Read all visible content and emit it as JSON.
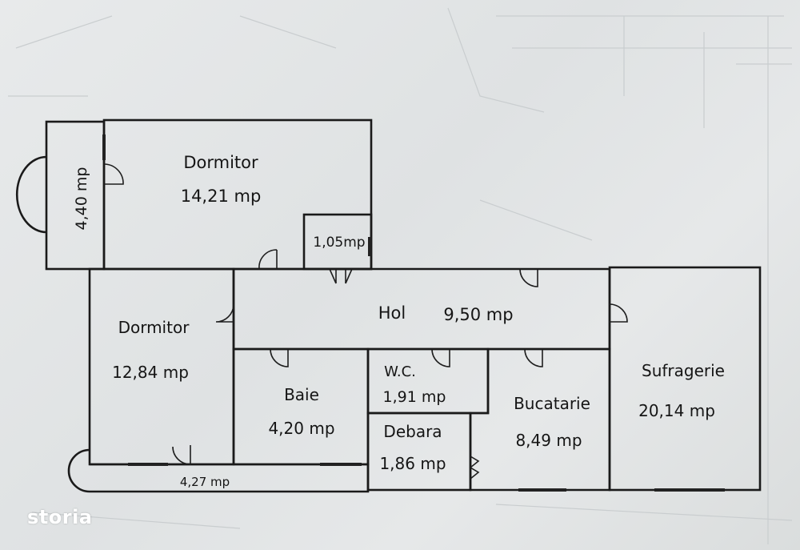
{
  "rooms": [
    {
      "name": "Dormitor",
      "area": "14,21 mp"
    },
    {
      "name": "",
      "area": "4,40 mp"
    },
    {
      "name": "",
      "area": "1,05mp"
    },
    {
      "name": "Hol",
      "area": "9,50 mp"
    },
    {
      "name": "Dormitor",
      "area": "12,84 mp"
    },
    {
      "name": "Baie",
      "area": "4,20 mp"
    },
    {
      "name": "W.C.",
      "area": "1,91 mp"
    },
    {
      "name": "Debara",
      "area": "1,86 mp"
    },
    {
      "name": "Bucatarie",
      "area": "8,49 mp"
    },
    {
      "name": "Sufragerie",
      "area": "20,14 mp"
    },
    {
      "name": "",
      "area": "4,27 mp"
    }
  ],
  "watermark": "storia",
  "colors": {
    "paper": "#e4e6e7",
    "ink": "#1a1a1a",
    "watermark": "#ffffff"
  }
}
